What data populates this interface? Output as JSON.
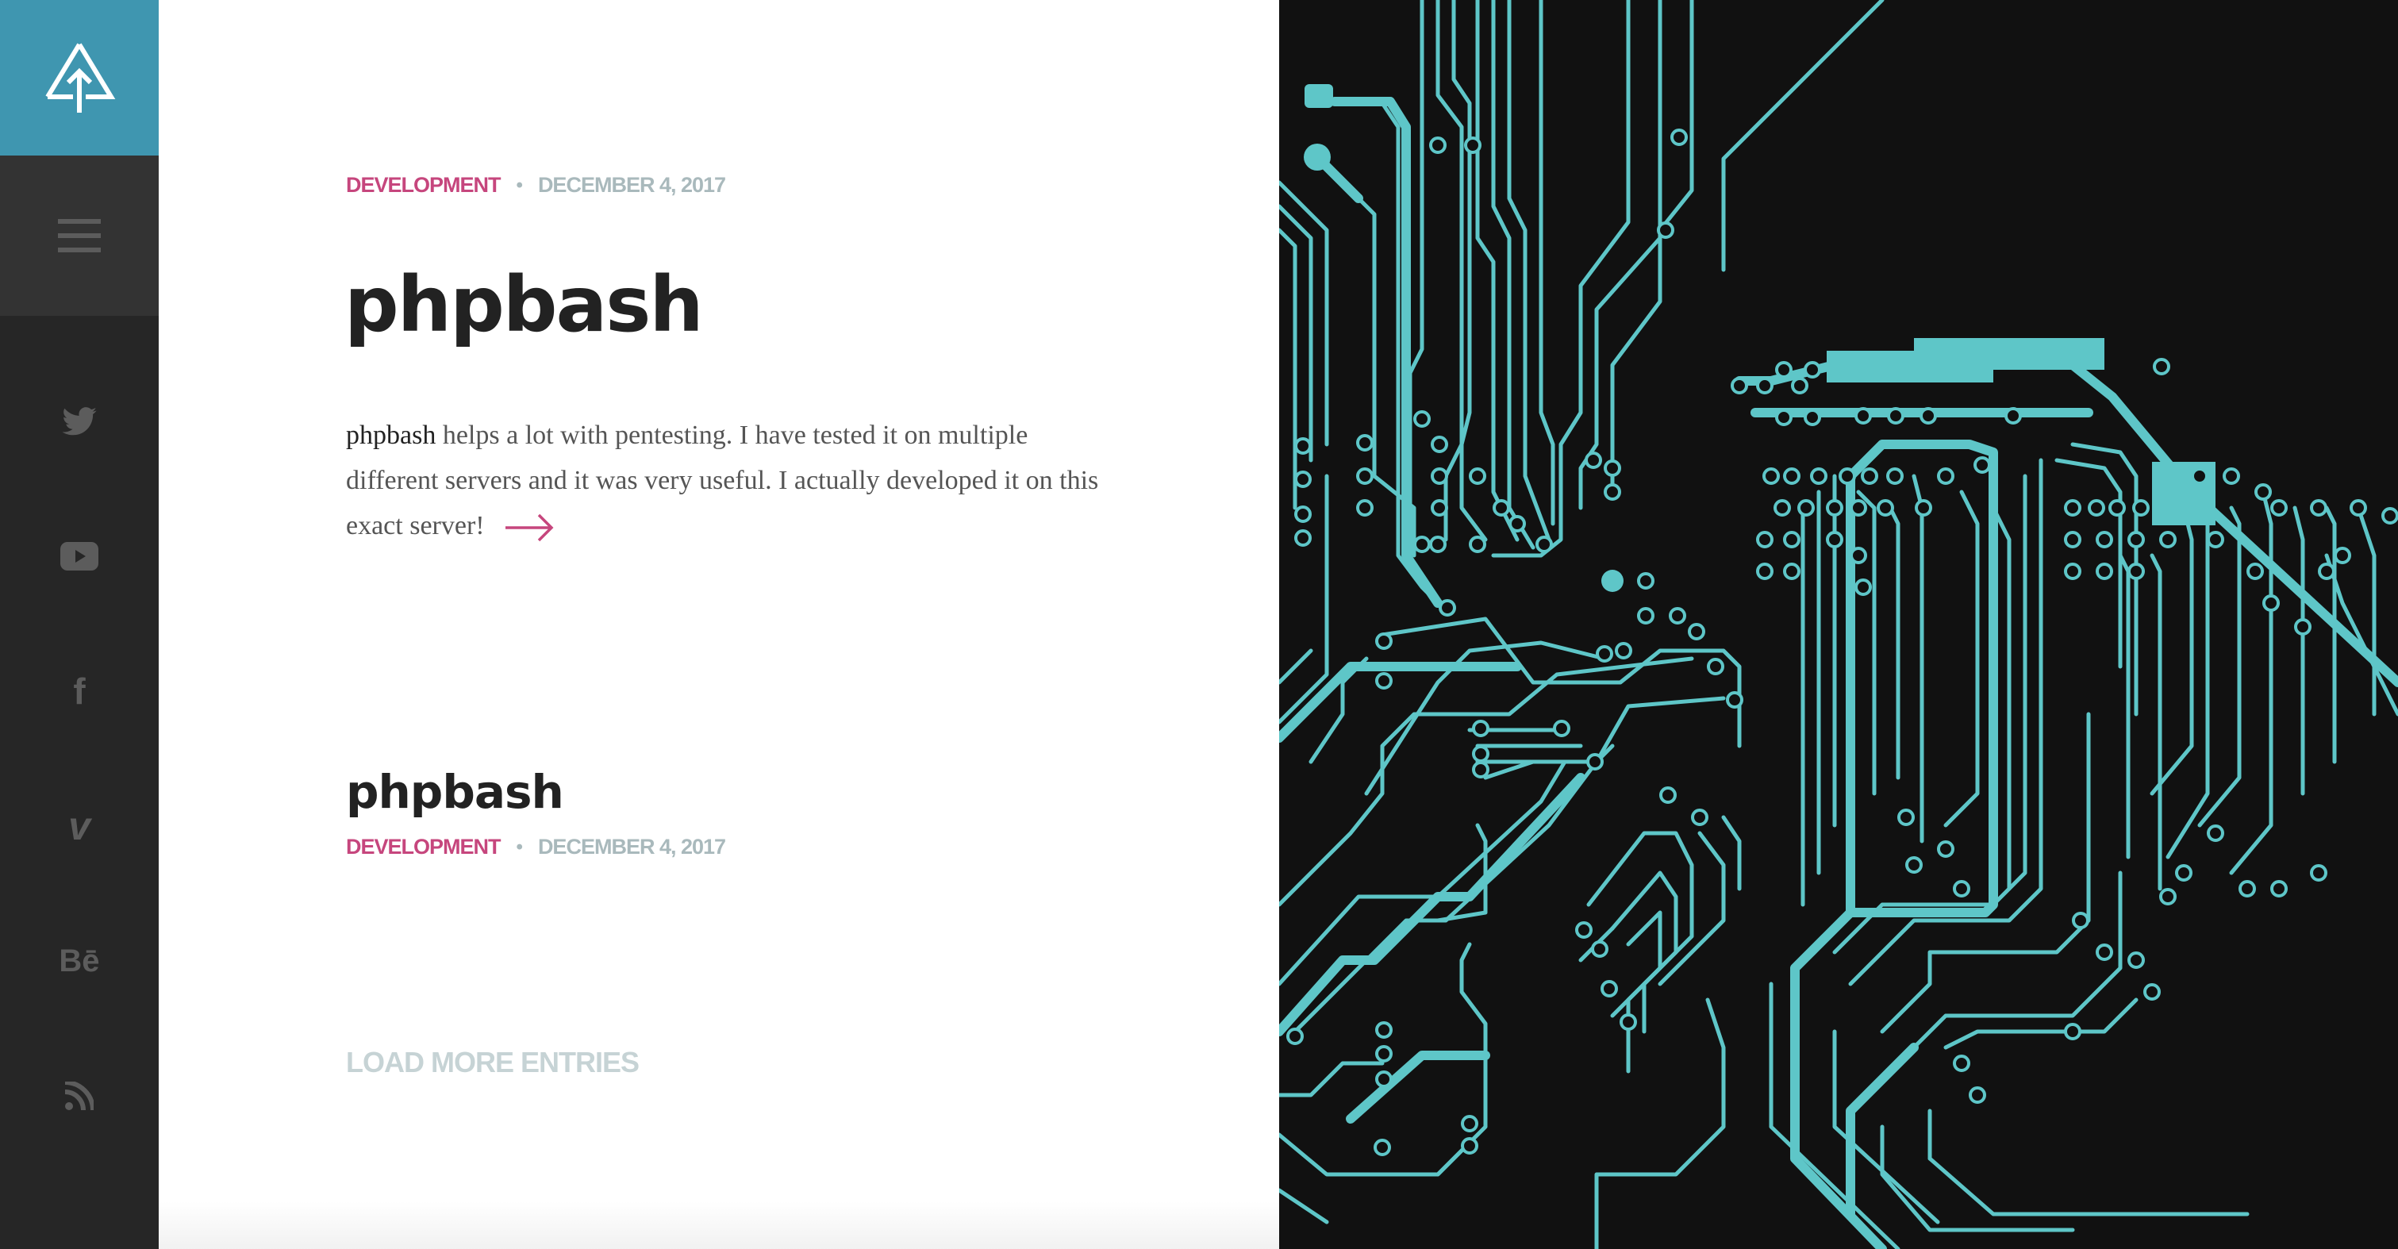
{
  "sidebar": {
    "logo_icon": "tree-logo-icon",
    "menu_icon": "hamburger-menu-icon",
    "social": [
      {
        "name": "twitter-icon",
        "glyph": ""
      },
      {
        "name": "youtube-icon",
        "glyph": ""
      },
      {
        "name": "facebook-icon",
        "glyph": "f"
      },
      {
        "name": "vimeo-icon",
        "glyph": "v"
      },
      {
        "name": "behance-icon",
        "glyph": "Bē"
      },
      {
        "name": "rss-icon",
        "glyph": ""
      }
    ],
    "colors": {
      "logo_bg": "#3f96b0",
      "menu_bg": "#333333",
      "bg": "#262626",
      "icon": "#5c5c5c"
    }
  },
  "post1": {
    "category": "DEVELOPMENT",
    "separator": "•",
    "date": "DECEMBER 4, 2017",
    "title": "phpbash",
    "excerpt_lead": "phpbash",
    "excerpt_rest": " helps a lot with pentesting. I have tested it on multiple different servers and it was very useful. I actually developed it on this exact server!",
    "read_more_icon": "arrow-right-icon"
  },
  "post2": {
    "title": "phpbash",
    "category": "DEVELOPMENT",
    "separator": "•",
    "date": "DECEMBER 4, 2017"
  },
  "load_more": "LOAD MORE ENTRIES",
  "colors": {
    "accent": "#c6467d",
    "muted": "#a9b9bc",
    "circuit": "#5ec6c8",
    "hero_bg": "#111111"
  }
}
